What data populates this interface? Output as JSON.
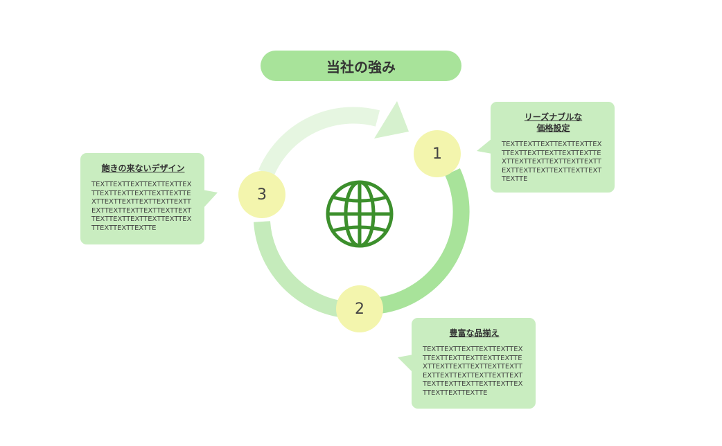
{
  "title": "当社の強み",
  "colors": {
    "pill": "#a8e39a",
    "card": "#c9edc0",
    "badge": "#f3f5ad",
    "ring": "#a8e39a",
    "globe": "#3c8f2c"
  },
  "center_icon": "globe-icon",
  "steps": [
    {
      "number": "1",
      "title_lines": [
        "リーズナブルな",
        "価格設定"
      ],
      "body": "TEXTTEXTTEXTTEXTTEXTTEXTTEXTTEXTTEXTTEXTTEXTTEXTTEXTTEXTTEXTTEXTTEXTTEXTTEXTTEXTTEXTTEXTTEXTTEXTTE"
    },
    {
      "number": "2",
      "title_lines": [
        "豊富な品揃え"
      ],
      "body": "TEXTTEXTTEXTTEXTTEXTTEXTTEXTTEXTTEXTTEXTTEXTTEXTTEXTTEXTTEXTTEXTTEXTTEXTTEXTTEXTTEXTTEXTTEXTTEXTTEXTTEXTTEXTTEXTTEXTTEXTTEXTTEXTTE"
    },
    {
      "number": "3",
      "title_lines": [
        "飽きの来ないデザイン"
      ],
      "body": "TEXTTEXTTEXTTEXTTEXTTEXTTEXTTEXTTEXTTEXTTEXTTEXTTEXTTEXTTEXTTEXTTEXTTEXTTEXTTEXTTEXTTEXTTEXTTEXTTEXTTEXTTEXTTEXTTEXTTEXTTEXTTEXTTE"
    }
  ]
}
